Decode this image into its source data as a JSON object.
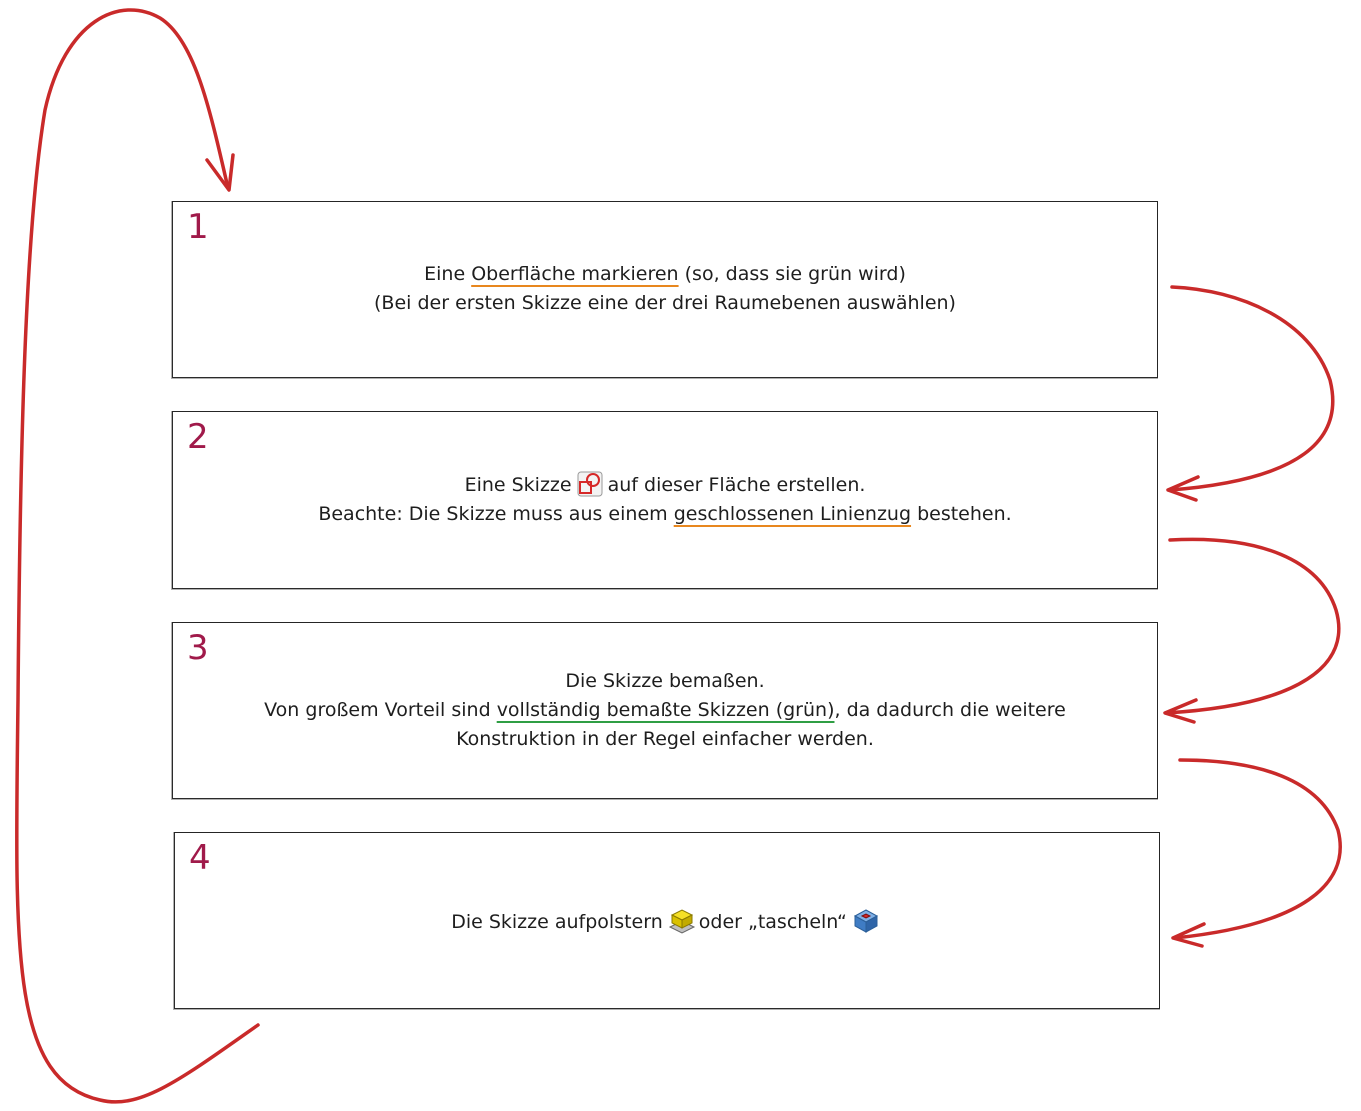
{
  "colors": {
    "arrow": "#c92a2a",
    "number": "#a01a4a",
    "underline_orange": "#e8871e",
    "underline_green": "#2f9e44",
    "border": "#2a2a2a"
  },
  "steps": [
    {
      "number": "1",
      "line1": {
        "pre": "Eine ",
        "highlight": "Oberfläche markieren",
        "post": " (so, dass sie grün wird)"
      },
      "line2": "(Bei der ersten Skizze eine der drei Raumebenen auswählen)"
    },
    {
      "number": "2",
      "line1": {
        "pre": "Eine Skizze",
        "icon": "sketch-icon",
        "post": "auf dieser Fläche erstellen."
      },
      "line2": {
        "pre": "Beachte: Die Skizze muss aus einem ",
        "highlight": "geschlossenen Linienzug",
        "post": " bestehen."
      }
    },
    {
      "number": "3",
      "line1": "Die Skizze bemaßen.",
      "line2": {
        "pre": "Von großem Vorteil sind ",
        "highlight": "vollständig bemaßte Skizzen (grün)",
        "post": ", da dadurch die weitere"
      },
      "line3": "Konstruktion in der Regel einfacher werden."
    },
    {
      "number": "4",
      "line1": {
        "pre": "Die Skizze aufpolstern",
        "icon1": "pad-icon",
        "mid": "oder „tascheln“",
        "icon2": "pocket-icon"
      }
    }
  ]
}
